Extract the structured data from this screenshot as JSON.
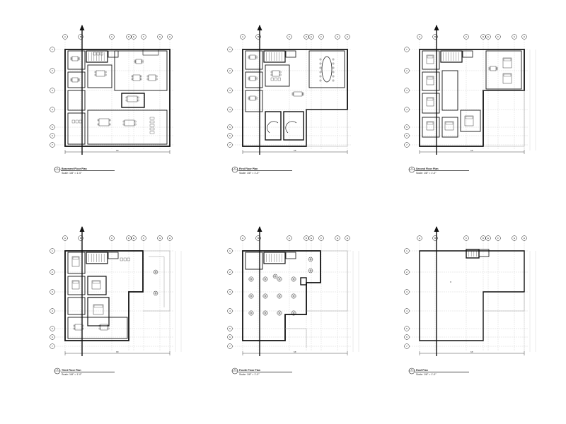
{
  "sheet": {
    "plans": [
      {
        "id": "p1",
        "title": "Basement Floor Plan",
        "scale": "Scale: 1/8\" = 1'-0\"",
        "number": "1",
        "floor": "basement",
        "dimension": "66'"
      },
      {
        "id": "p2",
        "title": "First Floor Plan",
        "scale": "Scale: 1/8\" = 1'-0\"",
        "number": "2",
        "floor": "first",
        "dimension": "66'"
      },
      {
        "id": "p3",
        "title": "Second Floor Plan",
        "scale": "Scale: 1/8\" = 1'-0\"",
        "number": "3",
        "floor": "second",
        "dimension": "66'"
      },
      {
        "id": "p4",
        "title": "Third Floor Plan",
        "scale": "Scale: 1/8\" = 1'-0\"",
        "number": "4",
        "floor": "third",
        "dimension": "66'"
      },
      {
        "id": "p5",
        "title": "Fourth Floor Plan",
        "scale": "Scale: 1/8\" = 1'-0\"",
        "number": "5",
        "floor": "fourth",
        "dimension": "66'"
      },
      {
        "id": "p6",
        "title": "Roof Plan",
        "scale": "Scale: 1/8\" = 1'-0\"",
        "number": "6",
        "floor": "roof",
        "dimension": "66'"
      }
    ],
    "grid_columns": [
      "A",
      "B",
      "C",
      "D",
      "E",
      "F",
      "G",
      "H"
    ],
    "grid_rows": [
      "1",
      "2",
      "3",
      "4",
      "5",
      "6",
      "7"
    ],
    "colors": {
      "line": "#111111",
      "light": "#9a9a9a",
      "grid": "#bdbdbd",
      "paper": "#ffffff"
    }
  }
}
